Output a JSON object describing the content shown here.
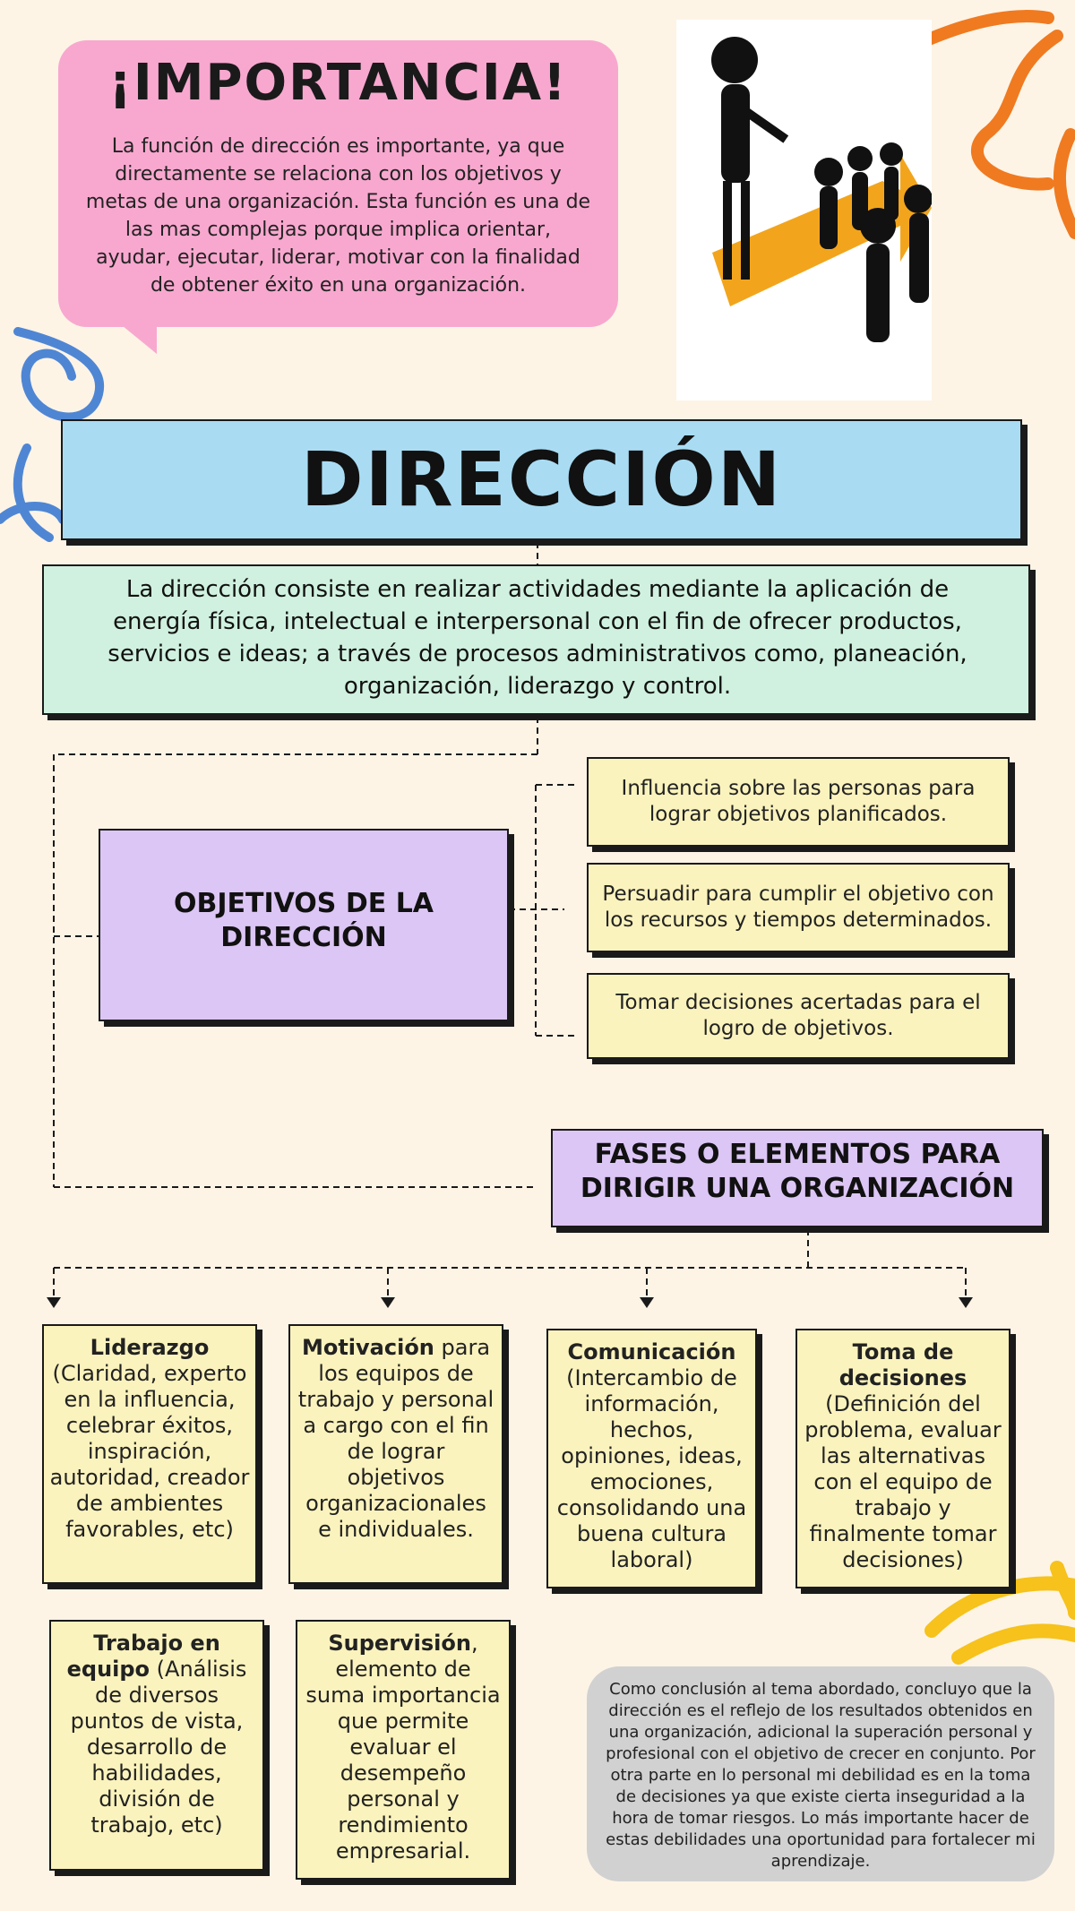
{
  "importance": {
    "title": "¡IMPORTANCIA!",
    "text": "La función de dirección es importante, ya que directamente se relaciona con los objetivos y metas de una organización. Esta función es una de las mas complejas porque implica orientar, ayudar, ejecutar, liderar, motivar con la finalidad de obtener éxito en una organización."
  },
  "main": {
    "title": "DIRECCIÓN",
    "definition": "La dirección consiste en realizar actividades mediante la aplicación de energía física, intelectual e interpersonal con el fin de ofrecer productos, servicios e ideas; a través de procesos administrativos como, planeación, organización, liderazgo y control."
  },
  "objectives": {
    "title": "OBJETIVOS DE LA DIRECCIÓN",
    "items": [
      "Influencia sobre las personas para lograr objetivos planificados.",
      "Persuadir para cumplir el objetivo con los recursos y tiempos determinados.",
      "Tomar decisiones acertadas para el logro de objetivos."
    ]
  },
  "phases": {
    "title": "FASES O ELEMENTOS PARA DIRIGIR UNA ORGANIZACIÓN",
    "cards": [
      {
        "head": "Liderazgo",
        "body": "(Claridad, experto en la influencia, celebrar éxitos, inspiración, autoridad, creador de ambientes favorables, etc)"
      },
      {
        "head": "Motivación",
        "body": " para los equipos de trabajo y personal a cargo con el fin de lograr objetivos organizacionales e individuales."
      },
      {
        "head": "Comunicación",
        "body": "(Intercambio de información, hechos, opiniones, ideas, emociones, consolidando una buena cultura laboral)"
      },
      {
        "head": "Toma de decisiones",
        "body": "(Definición del problema, evaluar las alternativas con el equipo de trabajo y finalmente tomar decisiones)"
      },
      {
        "head": "Trabajo en equipo",
        "body": " (Análisis de diversos puntos de vista, desarrollo de habilidades, división de trabajo, etc)"
      },
      {
        "head": "Supervisión",
        "body": ", elemento de suma importancia que permite evaluar el desempeño personal y rendimiento empresarial."
      }
    ]
  },
  "conclusion": "Como conclusión al tema abordado, concluyo que la dirección es el reflejo de los resultados obtenidos en una organización, adicional la superación personal y profesional con el objetivo de crecer en conjunto. Por otra parte en lo personal mi debilidad es en la toma de decisiones ya que existe cierta inseguridad a la hora de tomar riesgos. Lo más importante hacer de estas debilidades una oportunidad para fortalecer mi aprendizaje.",
  "colors": {
    "background": "#fdf4e6",
    "importance_bubble": "#f8a8cf",
    "title_box": "#a9dcf3",
    "definition_box": "#d0f1df",
    "purple_box": "#dcc6f5",
    "yellow_box": "#fbf3bd",
    "conclusion_box": "#d1d1d1"
  }
}
